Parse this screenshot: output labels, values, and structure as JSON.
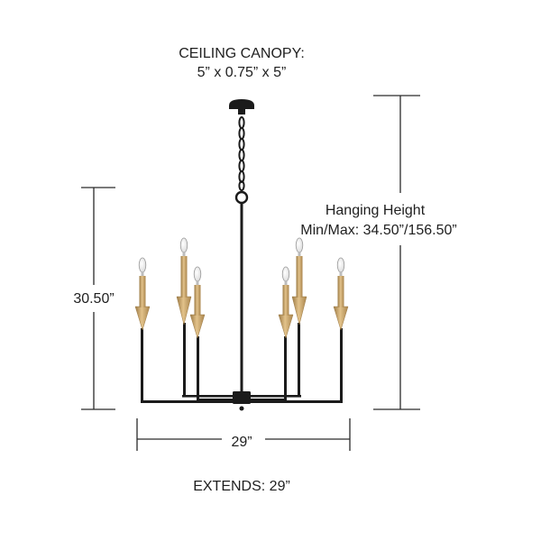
{
  "canopy": {
    "title": "CEILING CANOPY:",
    "size": "5” x 0.75” x 5”"
  },
  "hanging_height": {
    "title": "Hanging Height",
    "range": "Min/Max: 34.50”/156.50”"
  },
  "body_height": "30.50”",
  "width": "29”",
  "extends": "EXTENDS: 29”",
  "colors": {
    "frame": "#1b1b1b",
    "brass": "#c9a46a",
    "brass_dark": "#9c7a45",
    "dimension_line": "#2a2a2a",
    "bulb": "#f3f3f3"
  },
  "fixture": {
    "type": "six-light chandelier",
    "lights": 6
  }
}
